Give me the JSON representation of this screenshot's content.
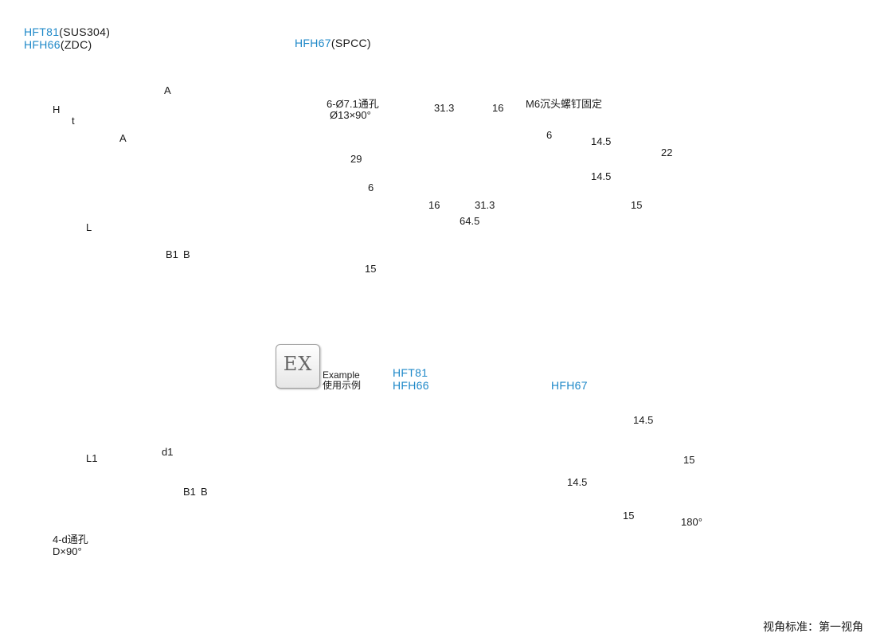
{
  "left_section": {
    "model_1": {
      "code": "HFT81",
      "material": "(SUS304)"
    },
    "model_2": {
      "code": "HFH66",
      "material": "(ZDC)"
    },
    "dims": {
      "H": "H",
      "t": "t",
      "A_side": "A",
      "A_bottom": "A",
      "L": "L",
      "B1": "B1",
      "B": "B",
      "L1": "L1",
      "d1": "d1",
      "B1_front": "B1",
      "B_front": "B"
    },
    "hole_note_1": "4-d通孔",
    "hole_note_2": "D×90°"
  },
  "right_section": {
    "model": {
      "code": "HFH67",
      "material": "(SPCC)"
    },
    "note_holes_1": "6-Ø7.1通孔",
    "note_holes_2": "Ø13×90°",
    "note_screw": "M6沉头螺钉固定",
    "dims": {
      "top_31_3": "31.3",
      "top_16": "16",
      "right_6": "6",
      "left_29": "29",
      "left_6": "6",
      "bot_16": "16",
      "bot_31_3": "31.3",
      "overall": "64.5",
      "plan_15": "15",
      "side_14_5_top": "14.5",
      "side_14_5_bot": "14.5",
      "side_22": "22",
      "side_15": "15"
    }
  },
  "example": {
    "badge": "EX",
    "label_en": "Example",
    "label_cn": "使用示例",
    "group1_model1": "HFT81",
    "group1_model2": "HFH66",
    "group2_model": "HFH67",
    "dims": {
      "w_14_5": "14.5",
      "h_15": "15",
      "h_14_5": "14.5",
      "w_15": "15",
      "angle": "180°"
    }
  },
  "projection": {
    "label": "视角标准：第一视角"
  },
  "colors": {
    "model_code": "#1e88c8",
    "part_fill": "#e2e2e2",
    "line": "#333333"
  }
}
